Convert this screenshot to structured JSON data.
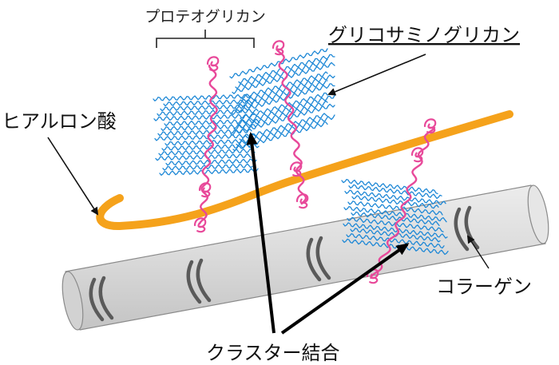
{
  "labels": {
    "proteoglycan": "プロテオグリカン",
    "glycosaminoglycan": "グリコサミノグリカン",
    "hyaluronic_acid": "ヒアルロン酸",
    "collagen": "コラーゲン",
    "cluster_binding": "クラスター結合"
  },
  "colors": {
    "hyaluronic_acid": "#f5a21b",
    "protein_core": "#e8499a",
    "gag_chains": "#1e88d6",
    "collagen_fiber": "#d9d9d9",
    "collagen_bands": "#595959"
  }
}
